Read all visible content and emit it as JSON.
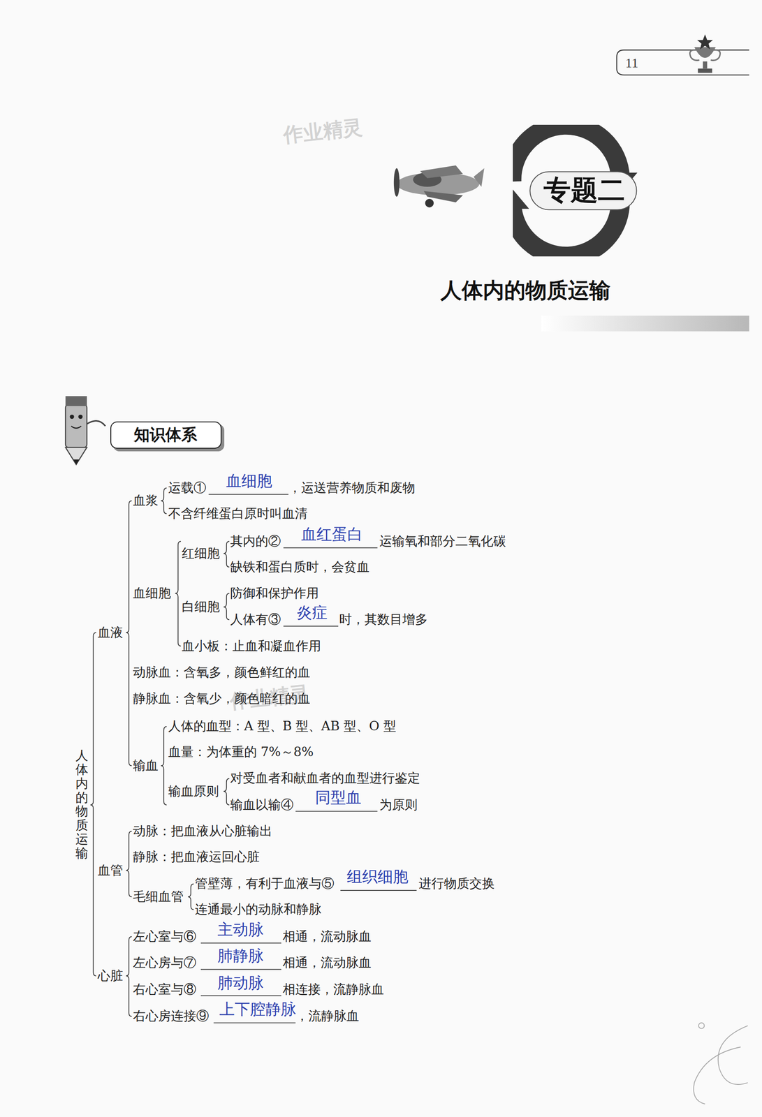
{
  "diagram": {
    "title": "人体内的物质运输",
    "nodes": [
      {
        "text": [
          "专题二"
        ]
      },
      {
        "text": [
          "知识体系"
        ]
      }
    ],
    "labels": [
      "11",
      "作业精灵",
      "人体内的物质运输",
      "血液",
      "血浆",
      "运载①",
      "血细胞",
      "，运送营养物质和废物",
      "不含纤维蛋白原时叫血清",
      "血细胞",
      "红细胞",
      "其内的②",
      "血红蛋白",
      "运输氧和部分二氧化碳",
      "缺铁和蛋白质时，会贫血",
      "白细胞",
      "防御和保护作用",
      "人体有③",
      "炎症",
      "时，其数目增多",
      "血小板：止血和凝血作用",
      "动脉血：含氧多，颜色鲜红的血",
      "静脉血：含氧少，颜色暗红的血",
      "作业精灵",
      "输血",
      "人体的血型：A 型、B 型、AB 型、O 型",
      "血量：为体重的 7%～8%",
      "输血原则",
      "对受血者和献血者的血型进行鉴定",
      "输血以输④",
      "同型血",
      "为原则",
      "血管",
      "动脉：把血液从心脏输出",
      "静脉：把血液运回心脏",
      "毛细血管",
      "管壁薄，有利于血液与⑤",
      "组织细胞",
      "进行物质交换",
      "连通最小的动脉和静脉",
      "心脏",
      "左心室与⑥",
      "主动脉",
      "相通，流动脉血",
      "左心房与⑦",
      "肺静脉",
      "相通，流动脉血",
      "右心室与⑧",
      "肺动脉",
      "相连接，流静脉血",
      "右心房连接⑨",
      "上下腔静脉",
      "，流静脉血"
    ]
  }
}
